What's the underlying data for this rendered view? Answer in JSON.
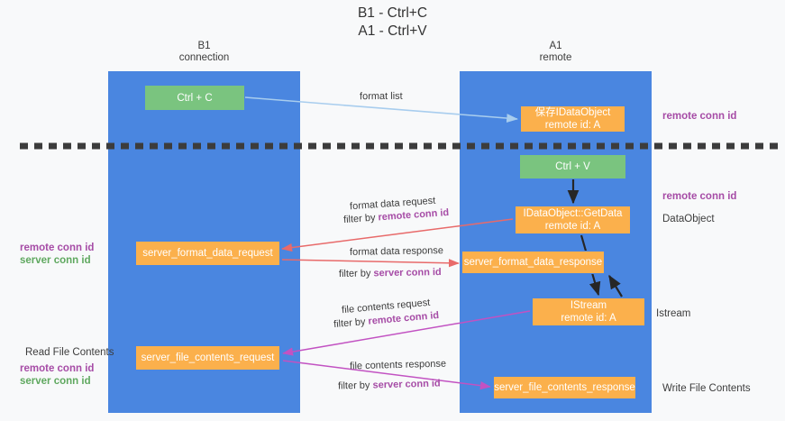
{
  "title": "B1 - Ctrl+C\nA1 - Ctrl+V",
  "lanes": {
    "b1": {
      "header": "B1\nconnection"
    },
    "a1": {
      "header": "A1\nremote"
    }
  },
  "boxes": {
    "ctrl_c": "Ctrl + C",
    "save_idataobject": "保存IDataObject\nremote id: A",
    "ctrl_v": "Ctrl + V",
    "getdata": "IDataObject::GetData\nremote id: A",
    "server_format_data_request": "server_format_data_request",
    "server_format_data_response": "server_format_data_response",
    "istream": "IStream\nremote id: A",
    "server_file_contents_request": "server_file_contents_request",
    "server_file_contents_response": "server_file_contents_response"
  },
  "right_annotations": {
    "remote_conn_id_top": "remote conn id",
    "remote_conn_id_mid": "remote conn id",
    "data_object": "DataObject",
    "istream": "Istream",
    "write_file_contents": "Write File Contents"
  },
  "left_annotations": {
    "remote_conn_id_mid": "remote conn id",
    "server_conn_id_mid": "server conn id",
    "read_file_contents": "Read File Contents",
    "remote_conn_id_bottom": "remote conn id",
    "server_conn_id_bottom": "server conn id"
  },
  "edge_labels": {
    "format_list": "format list",
    "format_data_request": "format data request",
    "format_data_request_filter_prefix": "filter by ",
    "format_data_request_filter_key": "remote conn id",
    "format_data_response": "format data response",
    "format_data_response_filter_prefix": "filter by ",
    "format_data_response_filter_key": "server conn id",
    "file_contents_request": "file contents request",
    "file_contents_request_filter_prefix": "filter by ",
    "file_contents_request_filter_key": "remote conn id",
    "file_contents_response": "file contents response",
    "file_contents_response_filter_prefix": "filter by ",
    "file_contents_response_filter_key": "server conn id"
  },
  "colors": {
    "lane": "#4a86e0",
    "box_green": "#7ac47f",
    "box_orange": "#fbb04c",
    "arrow_light_blue": "#a8cdee",
    "arrow_red": "#e86a6a",
    "arrow_magenta": "#c252c2",
    "arrow_black": "#262626",
    "key_purple": "#a64ca6",
    "key_green": "#5fa85f",
    "divider": "#3c3c3c",
    "background": "#f8f9fa"
  }
}
